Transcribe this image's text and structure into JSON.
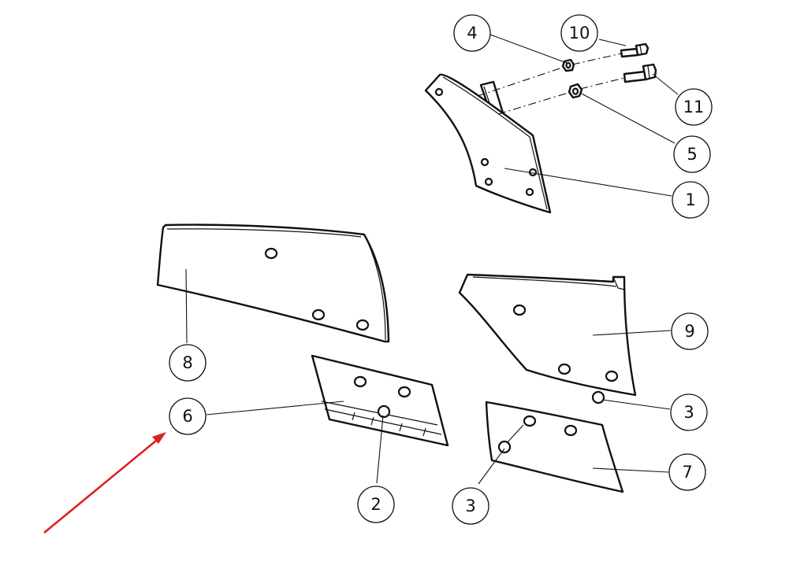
{
  "callouts": [
    {
      "id": "c4",
      "label": "4"
    },
    {
      "id": "c10",
      "label": "10"
    },
    {
      "id": "c11",
      "label": "11"
    },
    {
      "id": "c5",
      "label": "5"
    },
    {
      "id": "c1",
      "label": "1"
    },
    {
      "id": "c8",
      "label": "8"
    },
    {
      "id": "c9",
      "label": "9"
    },
    {
      "id": "c6",
      "label": "6"
    },
    {
      "id": "c3a",
      "label": "3"
    },
    {
      "id": "c7",
      "label": "7"
    },
    {
      "id": "c2",
      "label": "2"
    },
    {
      "id": "c3b",
      "label": "3"
    }
  ],
  "colors": {
    "line": "#111111",
    "arrow": "#e01f1f",
    "background": "#ffffff"
  }
}
